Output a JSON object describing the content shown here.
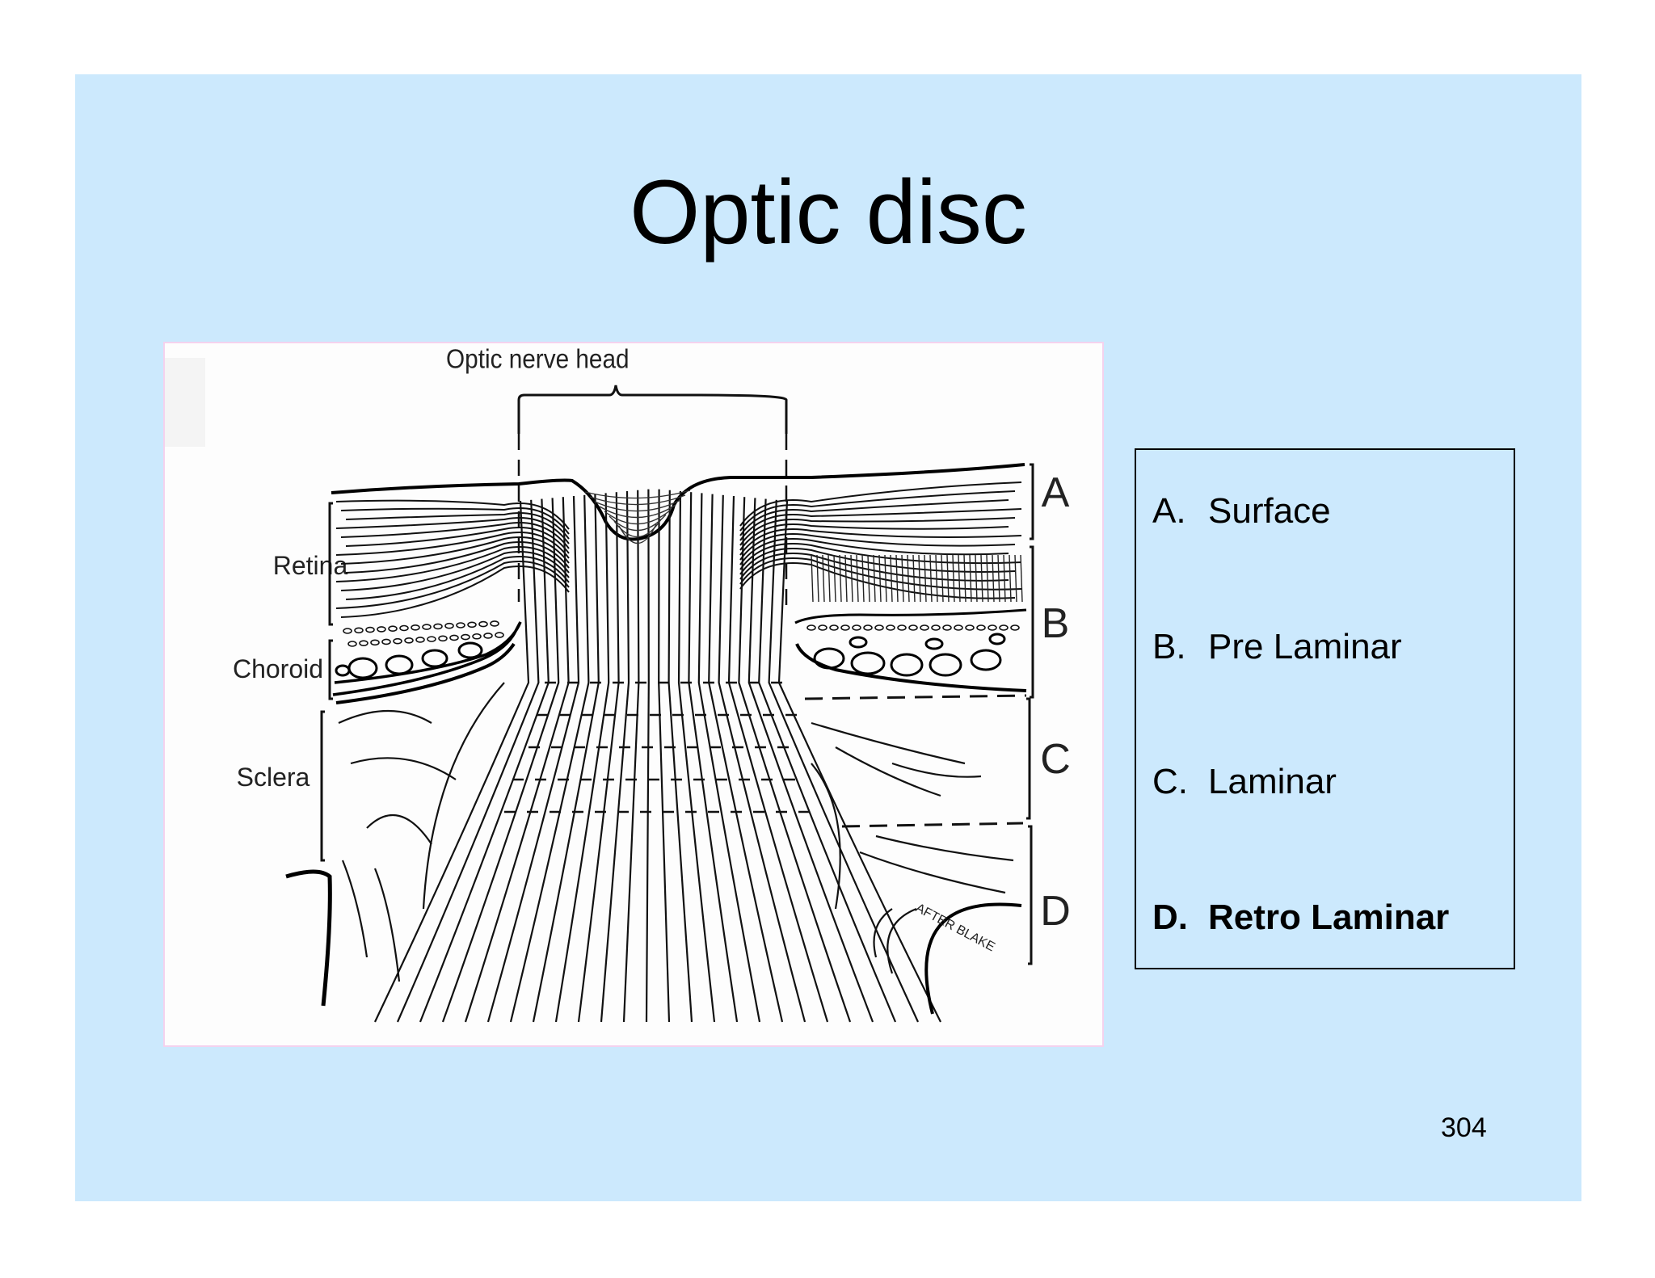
{
  "slide": {
    "title": "Optic disc",
    "page_number": "304"
  },
  "diagram": {
    "header_label": "Optic nerve head",
    "tissue_labels": {
      "retina": "Retina",
      "choroid": "Choroid",
      "sclera": "Sclera"
    },
    "zone_letters": {
      "a": "A",
      "b": "B",
      "c": "C",
      "d": "D"
    },
    "annotation": "AFTER BLAKE"
  },
  "legend": {
    "items": [
      {
        "letter": "A.",
        "label": "Surface",
        "bold": false
      },
      {
        "letter": "B.",
        "label": "Pre Laminar",
        "bold": false
      },
      {
        "letter": "C.",
        "label": "Laminar",
        "bold": false
      },
      {
        "letter": "D.",
        "label": "Retro Laminar",
        "bold": true
      }
    ]
  },
  "colors": {
    "slide_background": "#cce9fd",
    "frame_border": "#f4d2ee",
    "ink": "#000000"
  }
}
